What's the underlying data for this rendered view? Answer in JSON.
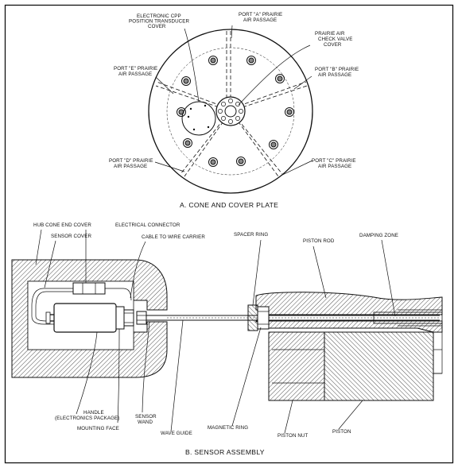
{
  "top_labels": {
    "electronic_cpp": [
      "ELECTRONIC CPP",
      "POSITION TRANSDUCER",
      "COVER"
    ],
    "port_a": [
      "PORT \"A\" PRAIRIE",
      "AIR PASSAGE"
    ],
    "prairie_check": [
      "PRAIRIE AIR",
      "CHECK VALVE",
      "COVER"
    ],
    "port_e": [
      "PORT \"E\" PRAIRIE",
      "AIR PASSAGE"
    ],
    "port_b": [
      "PORT \"B\" PRAIRIE",
      "AIR PASSAGE"
    ],
    "port_d": [
      "PORT \"D\" PRAIRIE",
      "AIR PASSAGE"
    ],
    "port_c": [
      "PORT \"C\" PRAIRIE",
      "AIR PASSAGE"
    ]
  },
  "caption_a": "A. CONE AND COVER PLATE",
  "bottom_labels": {
    "hub_cone": "HUB CONE END COVER",
    "electrical_connector": "ELECTRICAL  CONNECTOR",
    "sensor_cover": "SENSOR COVER",
    "cable": "CABLE TO WIRE CARRIER",
    "spacer_ring": "SPACER RING",
    "piston_rod": "PISTON ROD",
    "damping_zone": "DAMPING ZONE",
    "handle": [
      "HANDLE",
      "(ELECTRONICS PACKAGE)"
    ],
    "sensor_wand": [
      "SENSOR",
      "WAND"
    ],
    "mounting_face": "MOUNTING FACE",
    "wave_guide": "WAVE GUIDE",
    "magnetic_ring": "MAGNETIC RING",
    "piston_nut": "PISTON NUT",
    "piston": "PISTON"
  },
  "caption_b": "B.  SENSOR ASSEMBLY"
}
